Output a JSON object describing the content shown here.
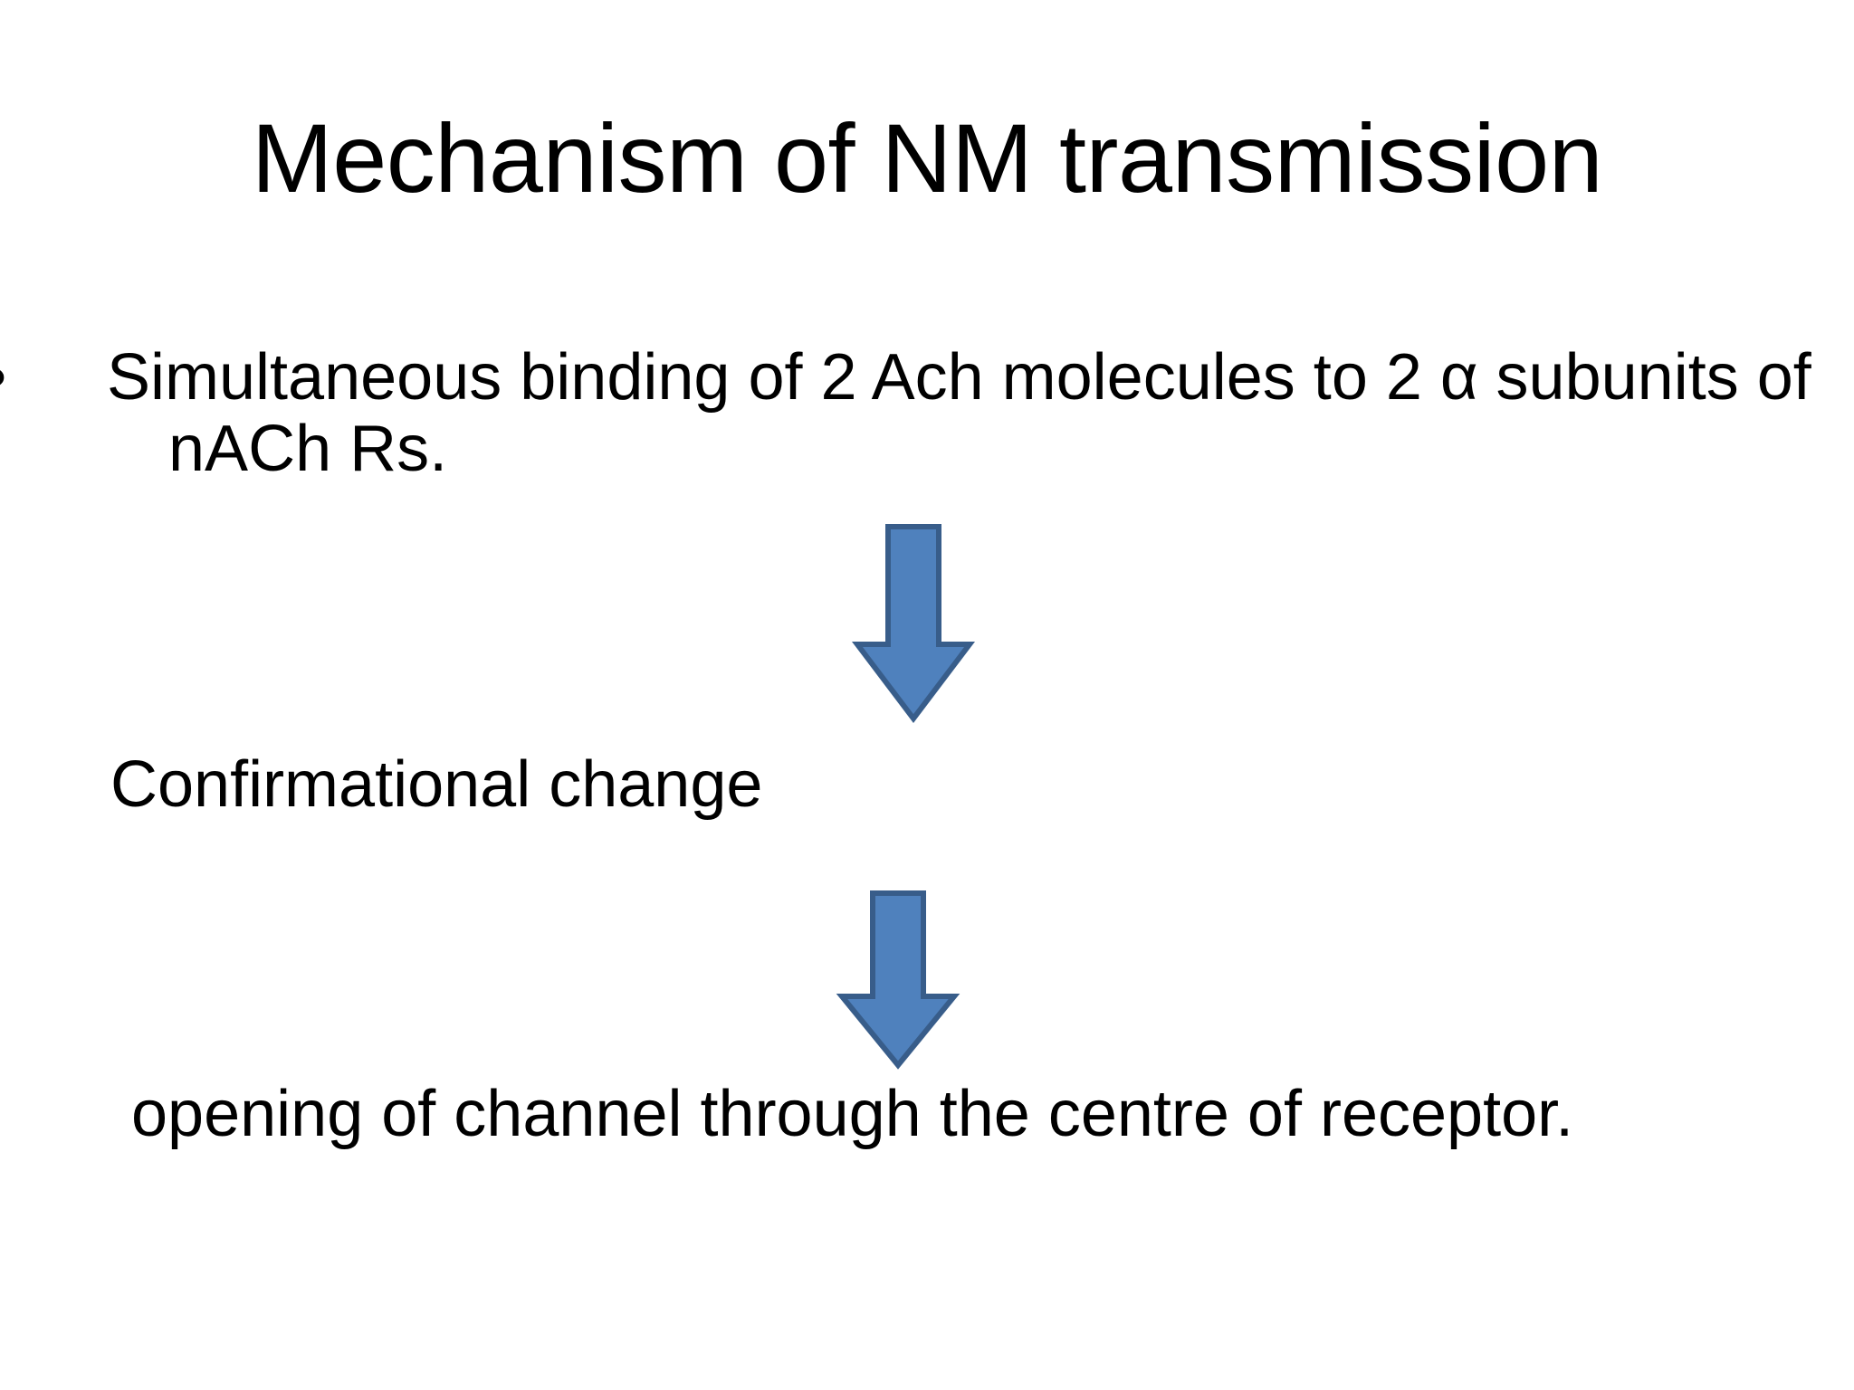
{
  "slide": {
    "background_color": "#FFFFFF",
    "text_color": "#000000",
    "title": "Mechanism of NM transmission",
    "body": {
      "bullet_marker": "•",
      "bullet_item": "Simultaneous binding of 2 Ach molecules to 2 α subunits of nACh Rs.",
      "step_2": "Confirmational change",
      "step_3": "opening of channel through the centre of receptor."
    },
    "arrows": [
      {
        "name": "down-arrow-1",
        "direction": "down",
        "fill_color": "#4F81BD",
        "border_color": "#385D8A"
      },
      {
        "name": "down-arrow-2",
        "direction": "down",
        "fill_color": "#4F81BD",
        "border_color": "#385D8A"
      }
    ]
  }
}
